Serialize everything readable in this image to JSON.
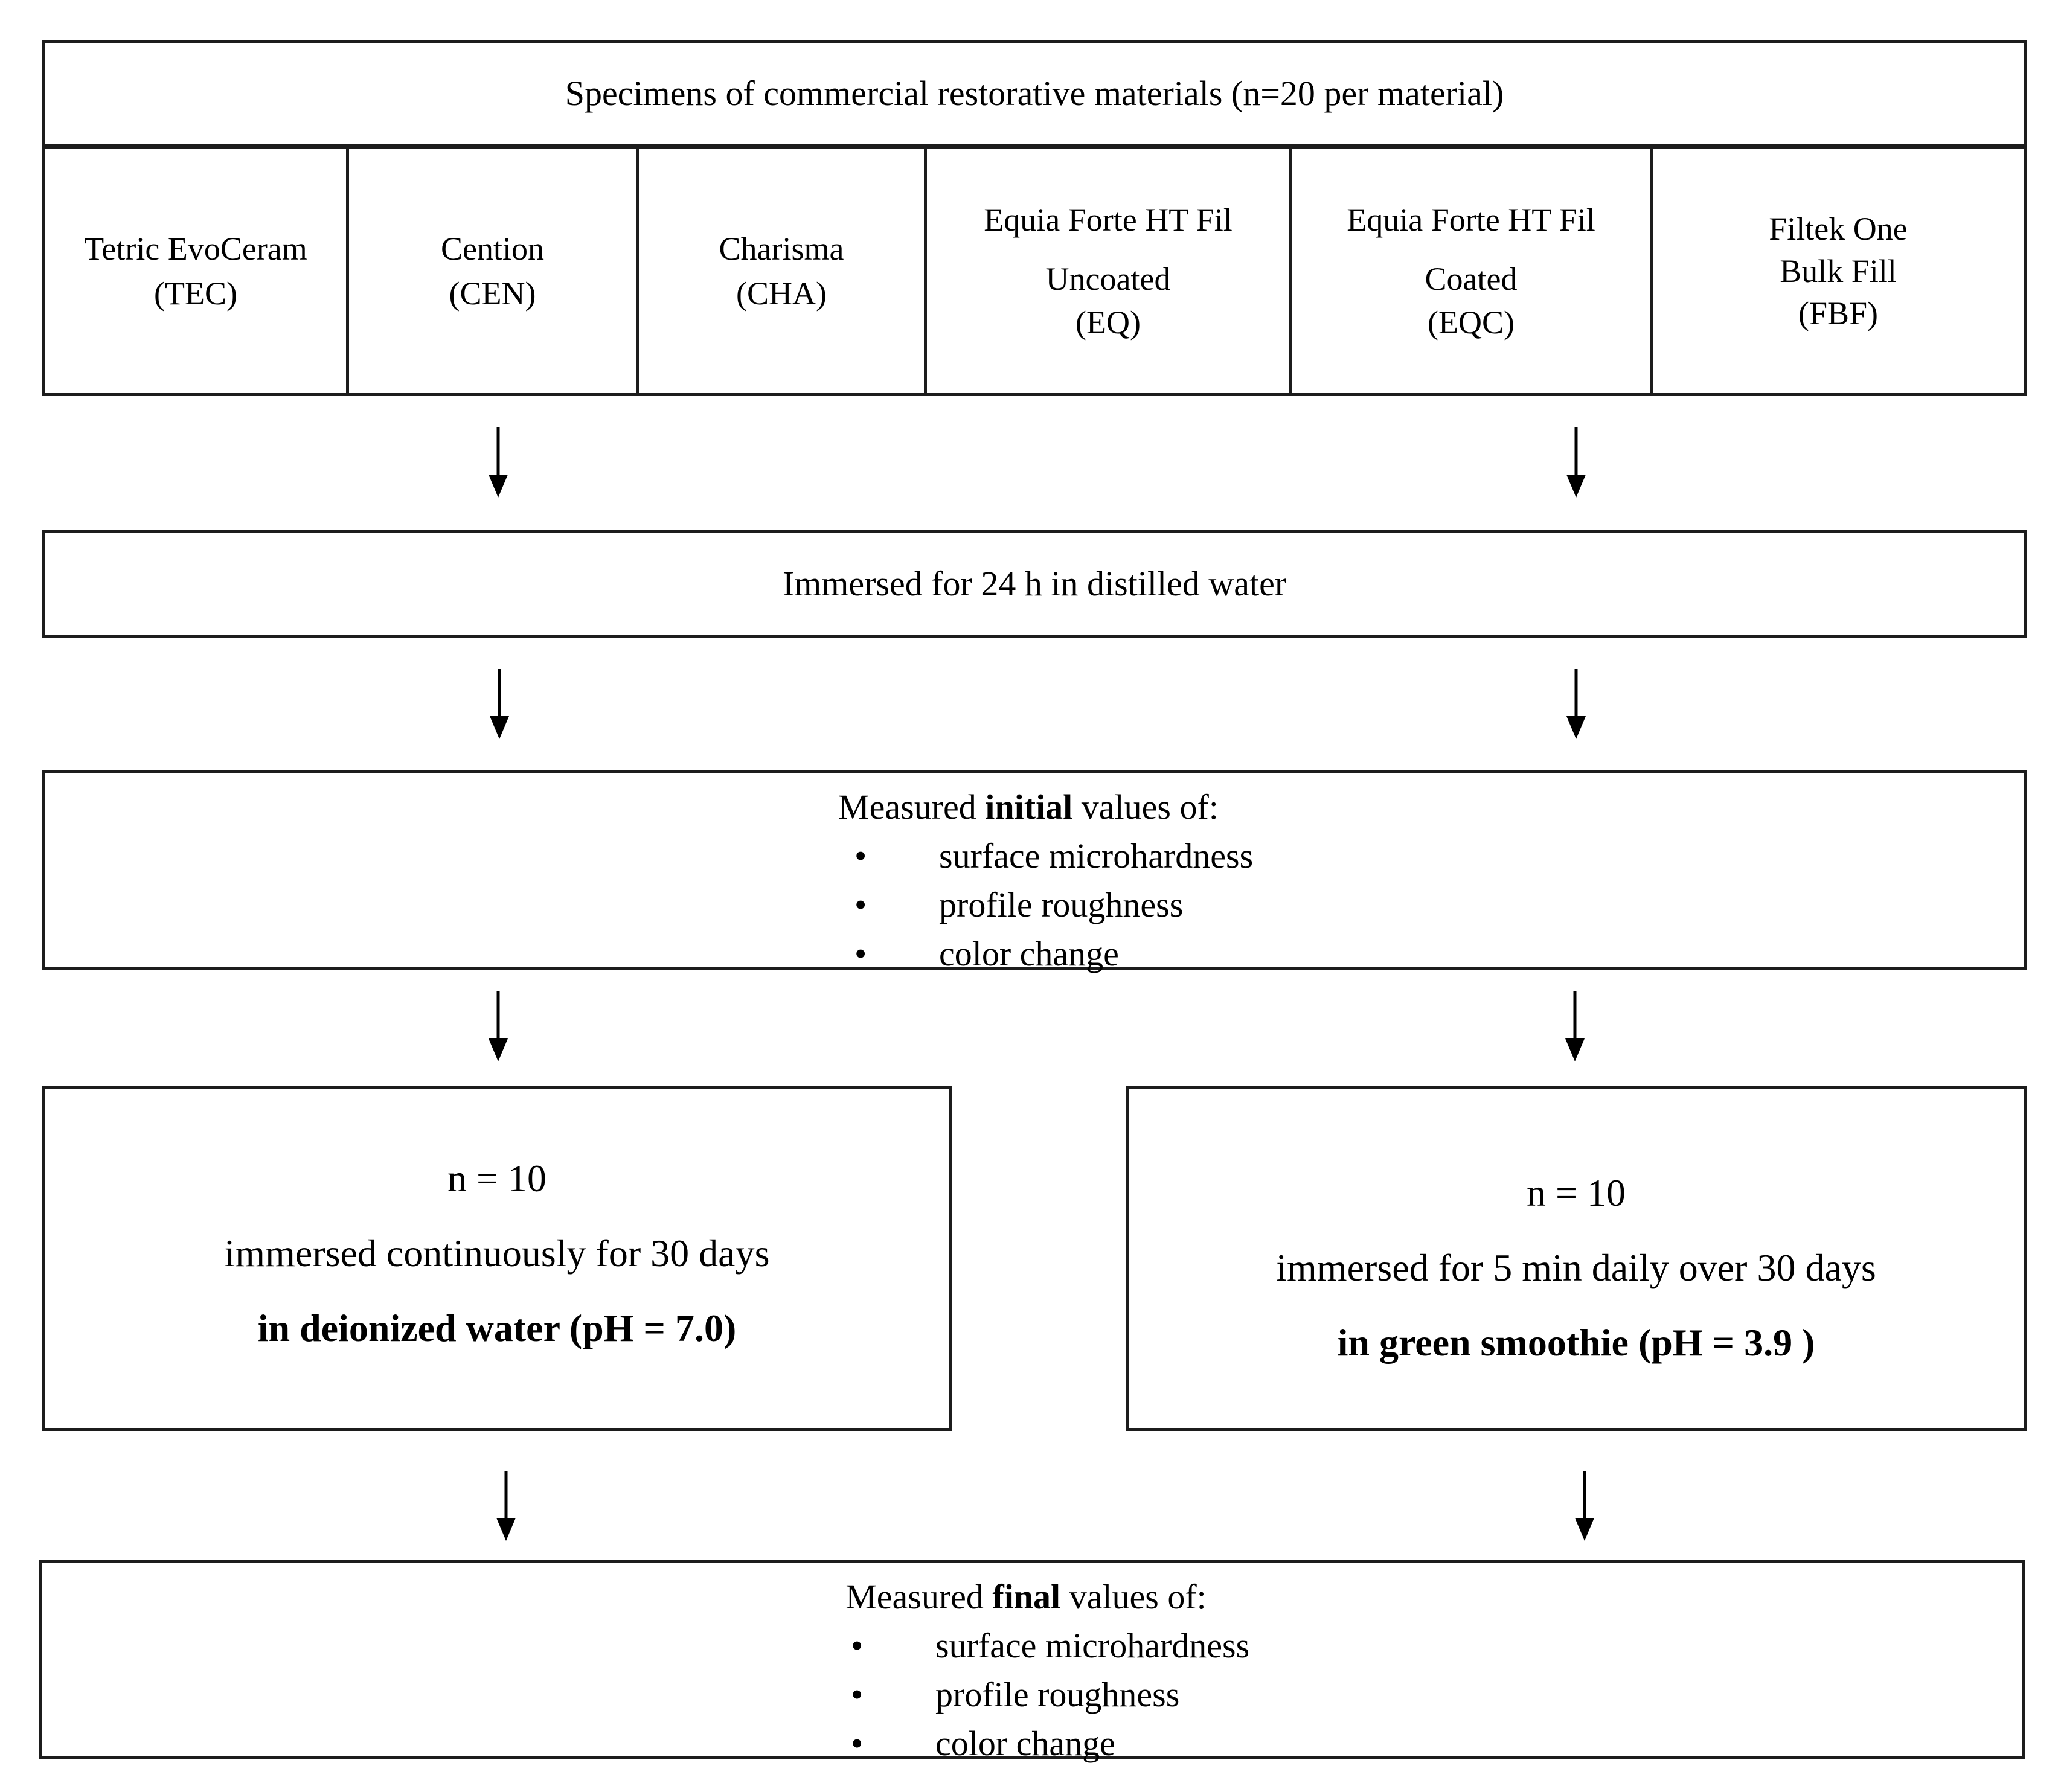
{
  "header": "Specimens  of commercial restorative materials (n=20 per material)",
  "materials": [
    {
      "lines": [
        "Tetric EvoCeram",
        "(TEC)"
      ]
    },
    {
      "lines": [
        "Cention",
        "(CEN)"
      ]
    },
    {
      "lines": [
        "Charisma",
        "(CHA)"
      ]
    },
    {
      "lines": [
        "Equia Forte HT Fil",
        "Uncoated",
        "(EQ)"
      ]
    },
    {
      "lines": [
        "Equia Forte HT Fil",
        "Coated",
        "(EQC)"
      ]
    },
    {
      "lines": [
        "Filtek One",
        "Bulk Fill",
        "(FBF)"
      ]
    }
  ],
  "immersion_step": "Immersed  for 24 h in distilled water",
  "initial_measurement": {
    "prefix": "Measured ",
    "emphasis": "initial",
    "suffix": "  values of:",
    "bullet": "•",
    "items": [
      "surface microhardness",
      "profile roughness",
      "color change"
    ]
  },
  "groups": {
    "left": {
      "n": "n = 10",
      "procedure": "immersed continuously  for 30 days",
      "medium": "in deionized water (pH = 7.0)"
    },
    "right": {
      "n": "n = 10",
      "procedure": "immersed for 5 min daily over 30 days",
      "medium": "in green smoothie (pH = 3.9 )"
    }
  },
  "final_measurement": {
    "prefix": "Measured ",
    "emphasis": "final",
    "suffix": " values of:",
    "bullet": "•",
    "items": [
      "surface microhardness",
      "profile roughness",
      "color change"
    ]
  }
}
